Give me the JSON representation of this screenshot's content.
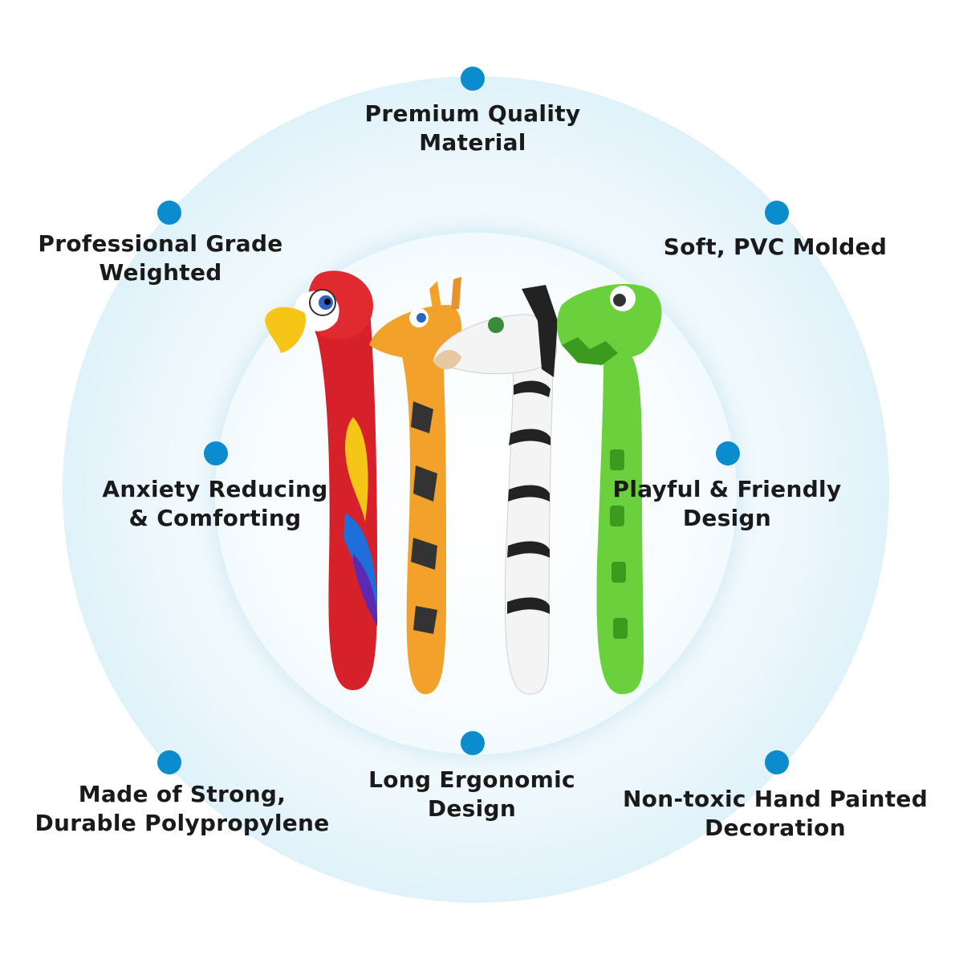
{
  "colors": {
    "accent_dot": "#0a8ccf",
    "ring": "#d6eef8",
    "text": "#1a1a1a"
  },
  "features": [
    {
      "id": "premium-quality",
      "line1": "Premium Quality",
      "line2": "Material"
    },
    {
      "id": "professional-grade",
      "line1": "Professional Grade",
      "line2": "Weighted"
    },
    {
      "id": "soft-pvc",
      "line1": "Soft, PVC Molded",
      "line2": ""
    },
    {
      "id": "anxiety-reducing",
      "line1": "Anxiety Reducing",
      "line2": "& Comforting"
    },
    {
      "id": "playful-friendly",
      "line1": "Playful & Friendly",
      "line2": "Design"
    },
    {
      "id": "strong-durable",
      "line1": "Made of Strong,",
      "line2": "Durable Polypropylene"
    },
    {
      "id": "long-ergonomic",
      "line1": "Long Ergonomic",
      "line2": "Design"
    },
    {
      "id": "non-toxic",
      "line1": "Non-toxic Hand Painted",
      "line2": "Decoration"
    }
  ],
  "tools": [
    {
      "animal": "parrot",
      "color": "#d6202a"
    },
    {
      "animal": "giraffe",
      "color": "#f2a12b"
    },
    {
      "animal": "zebra",
      "color": "#f4f4f4"
    },
    {
      "animal": "dinosaur",
      "color": "#6ad13c"
    }
  ]
}
